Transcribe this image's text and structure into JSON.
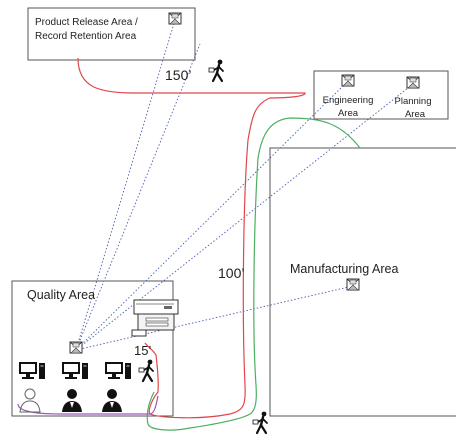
{
  "areas": {
    "product_release_line1": "Product Release Area /",
    "product_release_line2": "Record Retention Area",
    "engineering_line1": "Engineering",
    "engineering_line2": "Area",
    "planning_line1": "Planning",
    "planning_line2": "Area",
    "manufacturing": "Manufacturing Area",
    "quality": "Quality Area"
  },
  "distances": {
    "to_release": "150’",
    "to_engineering": "100’",
    "to_printer": "15’"
  },
  "colors": {
    "route_red": "#e0474c",
    "route_green": "#4caf62",
    "route_purple": "#9b59b6",
    "info_flow_dotted": "#4a5fb5",
    "box_border": "#555555"
  },
  "icons": [
    "envelope-icon",
    "walking-person-icon",
    "printer-icon",
    "computer-icon",
    "person-icon"
  ]
}
